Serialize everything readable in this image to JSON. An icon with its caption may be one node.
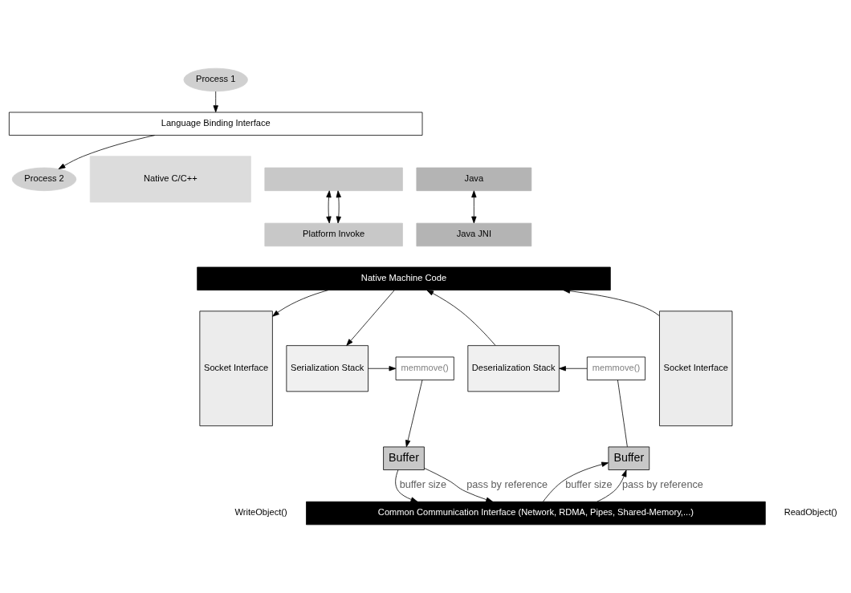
{
  "diagram": {
    "nodes": [
      {
        "text": [
          "Process 1"
        ]
      },
      {
        "text": [
          "Process 2"
        ]
      },
      {
        "text": [
          "Language Binding Interface"
        ]
      },
      {
        "text": [
          "Native C/C++"
        ]
      },
      {
        "text": [],
        "shape": "box"
      },
      {
        "text": [
          "Java"
        ]
      },
      {
        "text": [
          "Platform Invoke"
        ]
      },
      {
        "text": [
          "Java JNI"
        ]
      },
      {
        "text": [
          "Native Machine Code"
        ]
      },
      {
        "text": [
          "Socket Interface"
        ]
      },
      {
        "text": [
          "Serialization Stack"
        ]
      },
      {
        "text": [
          "Buffer"
        ]
      },
      {
        "text": [
          "memmove()"
        ]
      },
      {
        "text": [
          "memmove()"
        ]
      },
      {
        "text": [
          "Deserialization Stack"
        ]
      },
      {
        "text": [
          "Buffer"
        ]
      },
      {
        "text": [
          "Socket Interface"
        ]
      },
      {
        "text": [
          "Common Communication Interface (Network, RDMA, Pipes, Shared-Memory,...)"
        ]
      }
    ],
    "edges": [
      {
        "from": 0,
        "to": 2,
        "arrow": "to"
      },
      {
        "from": 2,
        "to": 1,
        "arrow": "to"
      },
      {
        "from": 4,
        "to": 6,
        "arrow": "both"
      },
      {
        "from": 4,
        "to": 6,
        "arrow": "both"
      },
      {
        "from": 5,
        "to": 7,
        "arrow": "both"
      },
      {
        "from": 8,
        "to": 9,
        "arrow": "to"
      },
      {
        "from": 8,
        "to": 10,
        "arrow": "to"
      },
      {
        "from": 10,
        "to": 12,
        "arrow": "to"
      },
      {
        "from": 12,
        "to": 11,
        "arrow": "to"
      },
      {
        "from": 11,
        "to": 17,
        "arrow": "to",
        "label": "buffer size"
      },
      {
        "from": 11,
        "to": 17,
        "arrow": "to",
        "label": "pass by reference"
      },
      {
        "from": 17,
        "to": 15,
        "arrow": "to",
        "label": "buffer size"
      },
      {
        "from": 17,
        "to": 15,
        "arrow": "to",
        "label": "pass by reference"
      },
      {
        "from": 15,
        "to": 13,
        "arrow": "none"
      },
      {
        "from": 13,
        "to": 14,
        "arrow": "to"
      },
      {
        "from": 14,
        "to": 8,
        "arrow": "to"
      },
      {
        "from": 16,
        "to": 8,
        "arrow": "to"
      }
    ],
    "labels": [
      "WriteObject()",
      "ReadObject()"
    ]
  }
}
